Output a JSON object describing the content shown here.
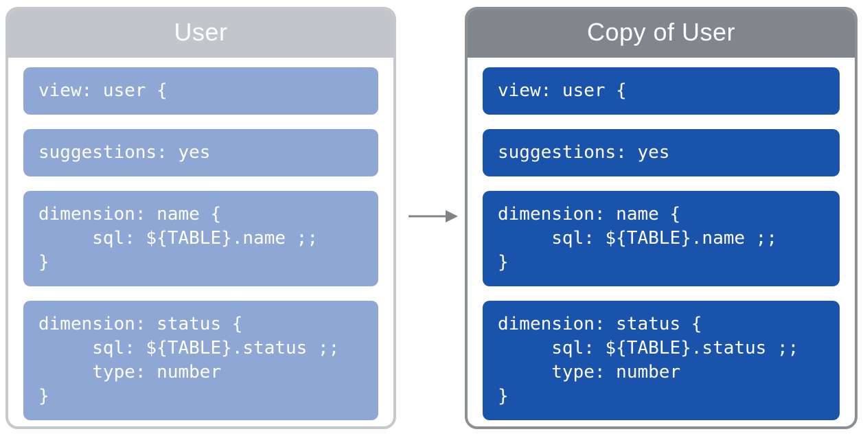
{
  "left_panel": {
    "title": "User",
    "header_bg": "#c2c6ca",
    "border_color": "#c5c9cc",
    "block_bg": "#8ea7d5",
    "text_color": "#ffffff",
    "blocks": [
      "view: user {",
      "suggestions: yes",
      "dimension: name {\n     sql: ${TABLE}.name ;;\n}",
      "dimension: status {\n     sql: ${TABLE}.status ;;\n     type: number\n}"
    ]
  },
  "right_panel": {
    "title": "Copy of User",
    "header_bg": "#81868d",
    "border_color": "#8b9095",
    "block_bg": "#1a53ac",
    "text_color": "#ffffff",
    "blocks": [
      "view: user {",
      "suggestions: yes",
      "dimension: name {\n     sql: ${TABLE}.name ;;\n}",
      "dimension: status {\n     sql: ${TABLE}.status ;;\n     type: number\n}"
    ]
  },
  "arrow": {
    "direction": "right",
    "color": "#7f8488"
  }
}
